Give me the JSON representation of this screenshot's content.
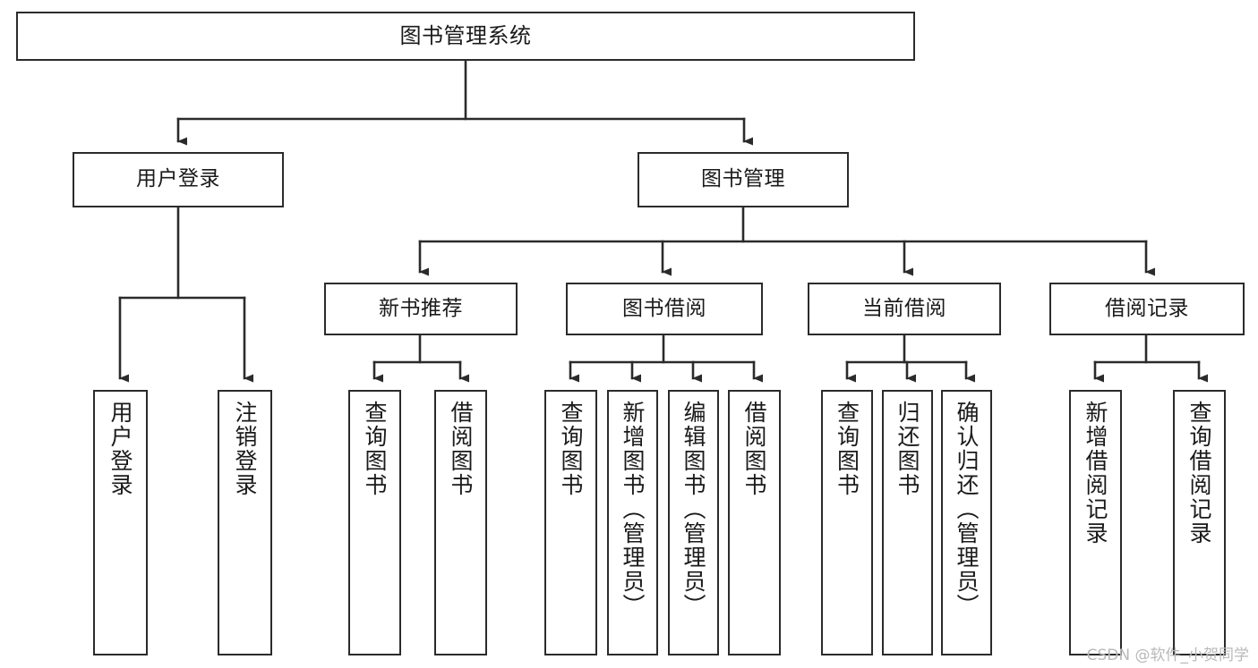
{
  "diagram": {
    "type": "tree-hierarchy-chart",
    "title": "图书管理系统",
    "line_color": "#2b2b2b",
    "box_fill": "#ffffff",
    "text_color": "#1a1a1a",
    "watermark": "CSDN @软件_小贺同学",
    "root": {
      "label": "图书管理系统"
    },
    "level2": [
      {
        "label": "用户登录"
      },
      {
        "label": "图书管理"
      }
    ],
    "level3": [
      {
        "label": "新书推荐"
      },
      {
        "label": "图书借阅"
      },
      {
        "label": "当前借阅"
      },
      {
        "label": "借阅记录"
      }
    ],
    "leaves": {
      "user_login": [
        {
          "label": "用户登录"
        },
        {
          "label": "注销登录"
        }
      ],
      "new_book_recommend": [
        {
          "label": "查询图书"
        },
        {
          "label": "借阅图书"
        }
      ],
      "book_borrow": [
        {
          "label": "查询图书"
        },
        {
          "label": "新增图书（管理员）"
        },
        {
          "label": "编辑图书（管理员）"
        },
        {
          "label": "借阅图书"
        }
      ],
      "current_borrow": [
        {
          "label": "查询图书"
        },
        {
          "label": "归还图书"
        },
        {
          "label": "确认归还（管理员）"
        }
      ],
      "borrow_record": [
        {
          "label": "新增借阅记录"
        },
        {
          "label": "查询借阅记录"
        }
      ]
    }
  }
}
